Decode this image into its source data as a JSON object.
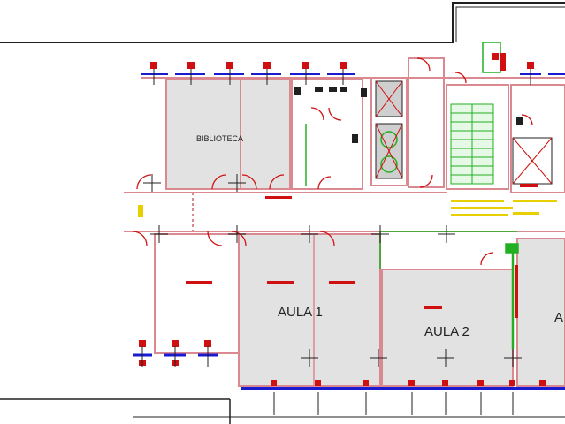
{
  "rooms": {
    "biblioteca": {
      "label": "BIBLIOTECA"
    },
    "aula1": {
      "label": "AULA 1"
    },
    "aula2": {
      "label": "AULA 2"
    },
    "aula3_partial": {
      "label": "A"
    }
  },
  "colors": {
    "wall": "#d9898f",
    "room_fill": "#e2e2e2",
    "outline": "#202020",
    "equipment_red": "#d01010",
    "equipment_blue": "#1a1ad0",
    "green": "#22b022",
    "yellow": "#e8d000"
  },
  "icons": [
    "radiator-icon",
    "fire-extinguisher-icon",
    "lift-icon",
    "stair-icon",
    "door-swing-icon",
    "socket-icon"
  ]
}
